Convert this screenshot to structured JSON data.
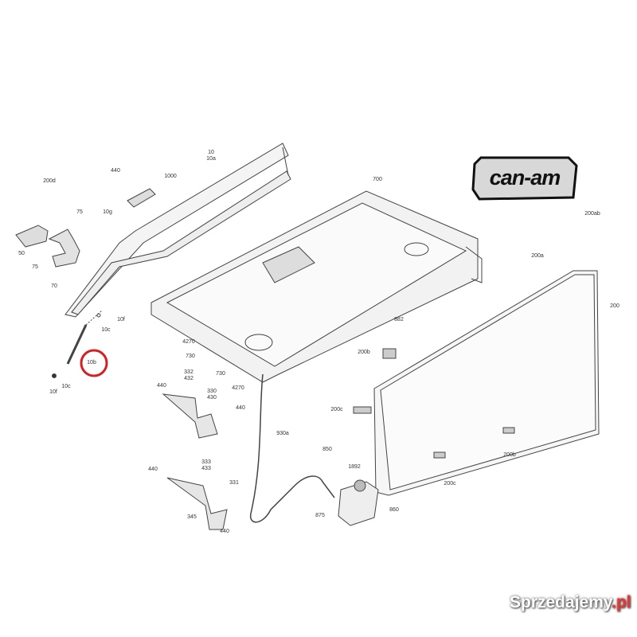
{
  "callouts": [
    {
      "id": "c1",
      "text": "10\n10a"
    },
    {
      "id": "c2",
      "text": "440"
    },
    {
      "id": "c3",
      "text": "1000"
    },
    {
      "id": "c4",
      "text": "10g"
    },
    {
      "id": "c5",
      "text": "200d"
    },
    {
      "id": "c6",
      "text": "75"
    },
    {
      "id": "c7",
      "text": "50"
    },
    {
      "id": "c8",
      "text": "75"
    },
    {
      "id": "c9",
      "text": "70"
    },
    {
      "id": "c10",
      "text": "10f"
    },
    {
      "id": "c11",
      "text": "10c"
    },
    {
      "id": "c12",
      "text": "10b"
    },
    {
      "id": "c13",
      "text": "10c"
    },
    {
      "id": "c14",
      "text": "10f"
    },
    {
      "id": "c15",
      "text": "700"
    },
    {
      "id": "c16",
      "text": "200ab"
    },
    {
      "id": "c17",
      "text": "200a"
    },
    {
      "id": "c18",
      "text": "200"
    },
    {
      "id": "c19",
      "text": "882"
    },
    {
      "id": "c20",
      "text": "4270"
    },
    {
      "id": "c21",
      "text": "730"
    },
    {
      "id": "c22",
      "text": "200b"
    },
    {
      "id": "c23",
      "text": "332\n432"
    },
    {
      "id": "c24",
      "text": "730"
    },
    {
      "id": "c25",
      "text": "4270"
    },
    {
      "id": "c26",
      "text": "330\n430"
    },
    {
      "id": "c27",
      "text": "440"
    },
    {
      "id": "c28",
      "text": "440"
    },
    {
      "id": "c29",
      "text": "200c"
    },
    {
      "id": "c30",
      "text": "930a"
    },
    {
      "id": "c31",
      "text": "200b"
    },
    {
      "id": "c32",
      "text": "850"
    },
    {
      "id": "c33",
      "text": "1892"
    },
    {
      "id": "c34",
      "text": "333\n433"
    },
    {
      "id": "c35",
      "text": "440"
    },
    {
      "id": "c36",
      "text": "331"
    },
    {
      "id": "c37",
      "text": "200c"
    },
    {
      "id": "c38",
      "text": "345"
    },
    {
      "id": "c39",
      "text": "440"
    },
    {
      "id": "c40",
      "text": "875"
    },
    {
      "id": "c41",
      "text": "860"
    }
  ],
  "logo": {
    "text": "can-am"
  },
  "highlight": {
    "color": "#d42020",
    "target": "10b"
  },
  "watermark": {
    "main": "Sprzedajemy",
    "suffix": ".pl"
  }
}
